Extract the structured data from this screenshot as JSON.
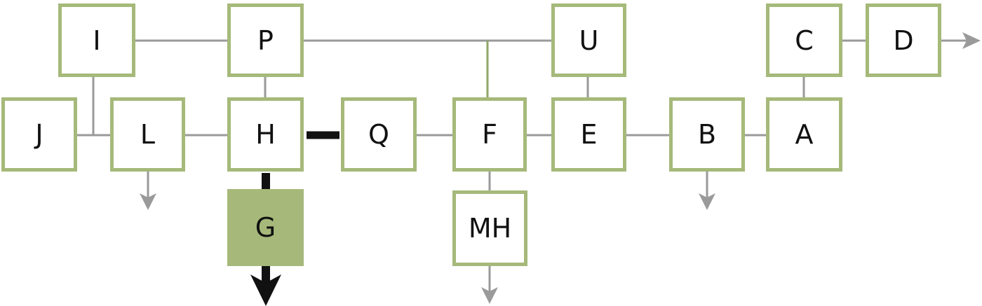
{
  "colors": {
    "node_border": "#a6b97a",
    "highlight_fill": "#a6b97a",
    "connector": "#9a9a9a",
    "connector_green": "#8fa666",
    "bold_path": "#111111",
    "text": "#111111"
  },
  "nodes": {
    "I": {
      "label": "I"
    },
    "P": {
      "label": "P"
    },
    "U": {
      "label": "U"
    },
    "C": {
      "label": "C"
    },
    "D": {
      "label": "D"
    },
    "J": {
      "label": "J"
    },
    "L": {
      "label": "L"
    },
    "H": {
      "label": "H"
    },
    "Q": {
      "label": "Q"
    },
    "F": {
      "label": "F"
    },
    "E": {
      "label": "E"
    },
    "B": {
      "label": "B"
    },
    "A": {
      "label": "A"
    },
    "G": {
      "label": "G",
      "highlighted": true
    },
    "MH": {
      "label": "MH"
    }
  },
  "edges": [
    {
      "from": "I",
      "to": "P"
    },
    {
      "from": "P",
      "to": "U"
    },
    {
      "from": "C",
      "to": "D"
    },
    {
      "from": "J",
      "to": "L"
    },
    {
      "from": "L",
      "to": "H"
    },
    {
      "from": "H",
      "to": "Q",
      "bold": true
    },
    {
      "from": "Q",
      "to": "F"
    },
    {
      "from": "F",
      "to": "E"
    },
    {
      "from": "E",
      "to": "B"
    },
    {
      "from": "B",
      "to": "A"
    },
    {
      "from": "P",
      "to": "H"
    },
    {
      "from": "U",
      "to": "E"
    },
    {
      "from": "C",
      "to": "A"
    },
    {
      "from": "H",
      "to": "G",
      "bold": true
    },
    {
      "from": "F",
      "to": "MH"
    },
    {
      "from": "I",
      "to": "J/L"
    },
    {
      "from": "P-U line",
      "to": "F"
    }
  ]
}
